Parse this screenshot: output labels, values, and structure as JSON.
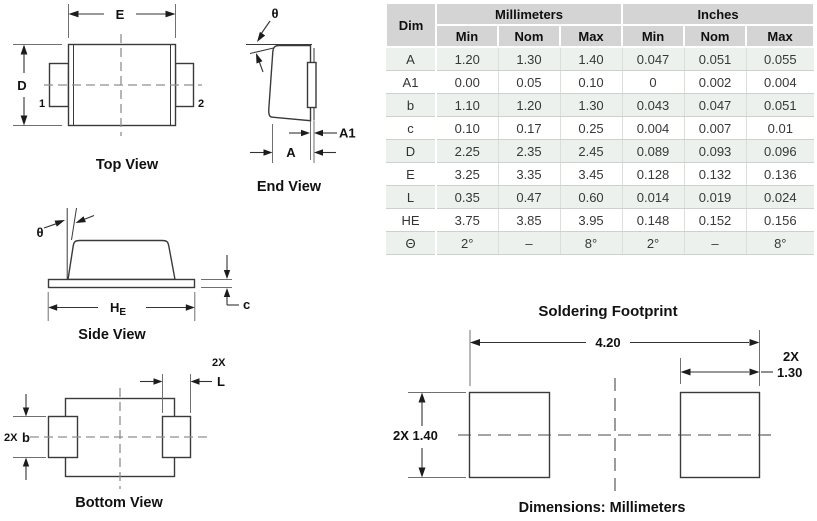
{
  "drawings": {
    "top_view": {
      "title": "Top View",
      "dim_e": "E",
      "dim_d": "D",
      "pin1": "1",
      "pin2": "2"
    },
    "end_view": {
      "title": "End View",
      "theta": "θ",
      "dim_a": "A",
      "dim_a1": "A1"
    },
    "side_view": {
      "title": "Side View",
      "theta": "θ",
      "dim_he_main": "H",
      "dim_he_sub": "E",
      "dim_c": "c"
    },
    "bottom_view": {
      "title": "Bottom View",
      "qty_b": "2X",
      "dim_b": "b",
      "qty_l": "2X",
      "dim_l": "L"
    }
  },
  "table": {
    "dim_header": "Dim",
    "groups": [
      "Millimeters",
      "Inches"
    ],
    "subheaders": [
      "Min",
      "Nom",
      "Max",
      "Min",
      "Nom",
      "Max"
    ],
    "rows": [
      {
        "dim": "A",
        "values": [
          "1.20",
          "1.30",
          "1.40",
          "0.047",
          "0.051",
          "0.055"
        ]
      },
      {
        "dim": "A1",
        "values": [
          "0.00",
          "0.05",
          "0.10",
          "0",
          "0.002",
          "0.004"
        ]
      },
      {
        "dim": "b",
        "values": [
          "1.10",
          "1.20",
          "1.30",
          "0.043",
          "0.047",
          "0.051"
        ]
      },
      {
        "dim": "c",
        "values": [
          "0.10",
          "0.17",
          "0.25",
          "0.004",
          "0.007",
          "0.01"
        ]
      },
      {
        "dim": "D",
        "values": [
          "2.25",
          "2.35",
          "2.45",
          "0.089",
          "0.093",
          "0.096"
        ]
      },
      {
        "dim": "E",
        "values": [
          "3.25",
          "3.35",
          "3.45",
          "0.128",
          "0.132",
          "0.136"
        ]
      },
      {
        "dim": "L",
        "values": [
          "0.35",
          "0.47",
          "0.60",
          "0.014",
          "0.019",
          "0.024"
        ]
      },
      {
        "dim": "HE",
        "values": [
          "3.75",
          "3.85",
          "3.95",
          "0.148",
          "0.152",
          "0.156"
        ]
      },
      {
        "dim": "Θ",
        "values": [
          "2°",
          "–",
          "8°",
          "2°",
          "–",
          "8°"
        ]
      }
    ]
  },
  "footprint": {
    "title": "Soldering Footprint",
    "dim_width": "4.20",
    "pad_width_qty": "2X",
    "pad_width": "1.30",
    "pad_height": "2X 1.40",
    "note": "Dimensions: Millimeters"
  },
  "colors": {
    "table_header_bg": "#d4d4d4",
    "table_stripe_bg": "#edf1ed",
    "drawing_line": "#3a3a3a",
    "centerline": "#8f8f8f"
  }
}
